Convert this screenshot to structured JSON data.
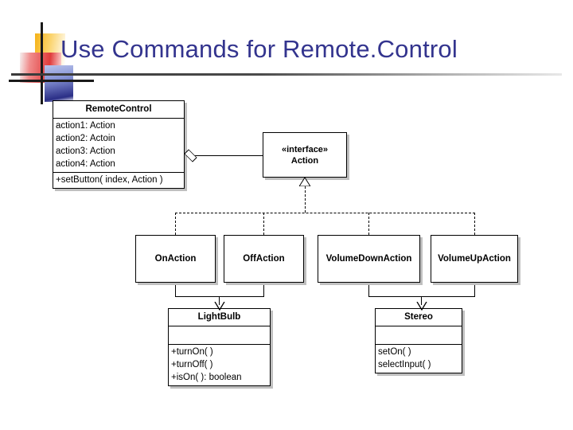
{
  "slide": {
    "title": "Use Commands for Remote.Control",
    "title_color": "#33348e",
    "background": "#ffffff"
  },
  "diagram": {
    "type": "uml-class-diagram",
    "classes": [
      {
        "id": "remote-control",
        "name": "RemoteControl",
        "stereotype": "",
        "attributes": [
          "action1: Action",
          "action2: Actoin",
          "action3: Action",
          "action4: Action"
        ],
        "operations": [
          "+setButton( index, Action )"
        ]
      },
      {
        "id": "action-interface",
        "name": "Action",
        "stereotype": "«interface»",
        "attributes": [],
        "operations": []
      },
      {
        "id": "on-action",
        "name": "OnAction",
        "stereotype": "",
        "attributes": [],
        "operations": []
      },
      {
        "id": "off-action",
        "name": "OffAction",
        "stereotype": "",
        "attributes": [],
        "operations": []
      },
      {
        "id": "volume-down-action",
        "name": "VolumeDownAction",
        "stereotype": "",
        "attributes": [],
        "operations": []
      },
      {
        "id": "volume-up-action",
        "name": "VolumeUpAction",
        "stereotype": "",
        "attributes": [],
        "operations": []
      },
      {
        "id": "light-bulb",
        "name": "LightBulb",
        "stereotype": "",
        "attributes": [],
        "operations": [
          "+turnOn( )",
          "+turnOff( )",
          "+isOn( ): boolean"
        ]
      },
      {
        "id": "stereo",
        "name": "Stereo",
        "stereotype": "",
        "attributes": [],
        "operations": [
          "setOn( )",
          "selectInput( )"
        ]
      }
    ],
    "relationships": [
      {
        "kind": "aggregation",
        "from": "remote-control",
        "to": "action-interface"
      },
      {
        "kind": "realization",
        "from": "on-action",
        "to": "action-interface"
      },
      {
        "kind": "realization",
        "from": "off-action",
        "to": "action-interface"
      },
      {
        "kind": "realization",
        "from": "volume-down-action",
        "to": "action-interface"
      },
      {
        "kind": "realization",
        "from": "volume-up-action",
        "to": "action-interface"
      },
      {
        "kind": "association",
        "from": "on-action",
        "to": "light-bulb"
      },
      {
        "kind": "association",
        "from": "off-action",
        "to": "light-bulb"
      },
      {
        "kind": "association",
        "from": "volume-down-action",
        "to": "stereo"
      },
      {
        "kind": "association",
        "from": "volume-up-action",
        "to": "stereo"
      }
    ]
  }
}
